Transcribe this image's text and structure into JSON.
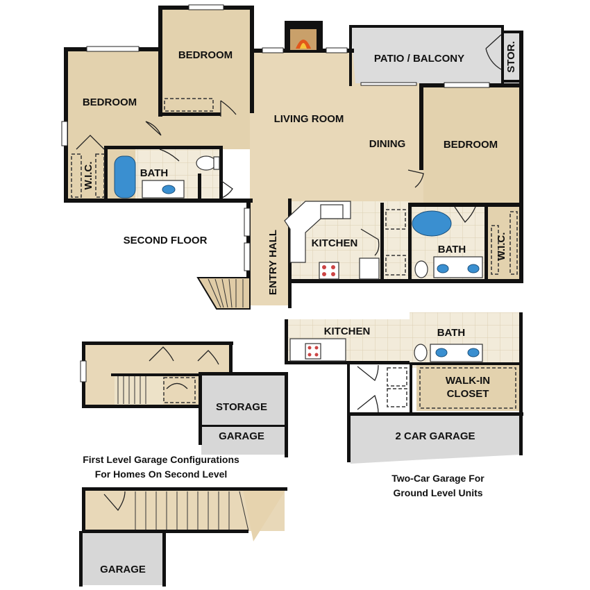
{
  "floorplan": {
    "rooms": {
      "bedroom_left": "BEDROOM",
      "bedroom_top": "BEDROOM",
      "bedroom_right": "BEDROOM",
      "patio": "PATIO / BALCONY",
      "storage_small": "STOR.",
      "living": "LIVING ROOM",
      "dining": "DINING",
      "wic_left": "W.I.C.",
      "bath_left": "BATH",
      "kitchen": "KITCHEN",
      "bath_right": "BATH",
      "wic_right": "W.I.C.",
      "entry_hall": "ENTRY HALL",
      "second_floor": "SECOND FLOOR"
    },
    "garage_config_a": {
      "storage": "STORAGE",
      "garage": "GARAGE"
    },
    "garage_config_b": {
      "garage": "GARAGE"
    },
    "caption_left": [
      "First Level Garage Configurations",
      "For Homes On Second Level"
    ],
    "ground_unit": {
      "kitchen": "KITCHEN",
      "bath": "BATH",
      "closet": [
        "WALK-IN",
        "CLOSET"
      ],
      "garage": "2 CAR GARAGE"
    },
    "caption_right": [
      "Two-Car Garage For",
      "Ground Level Units"
    ]
  }
}
